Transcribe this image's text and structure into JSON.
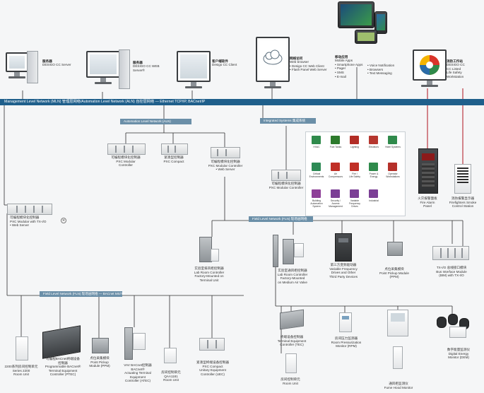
{
  "top_devices": [
    {
      "title": "服务器",
      "subtitle": "DESIGO CC Server"
    },
    {
      "title": "服务器",
      "subtitle": "DESIGO CC WEB\nServer®"
    },
    {
      "title": "客户端软件",
      "subtitle": "Desigo CC Client"
    },
    {
      "title": "网络访问",
      "subtitle": "Web browser\n• Desigo CC Web Client\n• Flash Panel Web Server"
    },
    {
      "title": "移动应用",
      "subtitle": "Mobile Apps\n• Smartphone Apps\n• Pager\n• SMS\n• E-mail",
      "extra": "• Voice Notification\n• Browsers\n• Text Messaging"
    },
    {
      "title": "消防工作站",
      "subtitle": "DESIGO CC\nCC Listed\nLife Safety\nWorkstation"
    }
  ],
  "bands": {
    "mln": "Management Level Network (MLN) 管理层网络/Automation Level Network (ALN) 自控层网络 — Ethernet TCP/IP, BACnet/IP",
    "aln": "Automation Level Network (ALN)",
    "integrated": "Integrated Systems 集成系统",
    "fln_right": "Field Level Network (FLN) 现场层网络",
    "fln_left": "Field Level Network (FLN) 现场层网络 — BACnet MS/TP"
  },
  "aln_devices": [
    {
      "label": "可编程模块化控制器\nPXC Modular\nController"
    },
    {
      "label": "紧凑型控制器\nPXC Compact"
    },
    {
      "label": "可编程模块化控制器\nPXC Modular Controller\n• Web Server"
    }
  ],
  "left_controller": {
    "label": "可编程模块化控制器\nPXC Modular with TX-I/O\n• Web Server"
  },
  "integrated_controller": {
    "label": "可编程模块化控制器\nPXC Modular Controller"
  },
  "integrated_tiles": [
    {
      "label": "HVAC",
      "color": "#2f8a4b"
    },
    {
      "label": "Fuel Tanks",
      "color": "#2c7a2c"
    },
    {
      "label": "Lighting",
      "color": "#b22d26"
    },
    {
      "label": "Elevators",
      "color": "#b6372f"
    },
    {
      "label": "Hotel Systems",
      "color": "#2f8a4b"
    },
    {
      "label": "Critical\nEnvironments",
      "color": "#2d8a55"
    },
    {
      "label": "Air\nCompressors",
      "color": "#c02f26"
    },
    {
      "label": "Fire /\nLife Safety",
      "color": "#c02f26"
    },
    {
      "label": "Power &\nEnergy",
      "color": "#2f8a4b"
    },
    {
      "label": "Operator\nWorkstations",
      "color": "#b5302a"
    },
    {
      "label": "Building\nAutomation\nSystem",
      "color": "#8e3f98"
    },
    {
      "label": "Security /\nAccess\nManagement",
      "color": "#7b3f95"
    },
    {
      "label": "Variable\nFrequency\nDrives",
      "color": "#7b3f95"
    },
    {
      "label": "Industrial",
      "color": "#7b3f95"
    }
  ],
  "fire_devices": [
    {
      "label": "火灾报警面板\nFire Alarm\nPanel"
    },
    {
      "label": "消防报警显示器\nFirefighters Smoke\nControl Station"
    }
  ],
  "fln_right_devices": [
    {
      "label": "实验室排风柜控制器\nLab Room Controller\nFactory-Mounted on\nTerminal Unit"
    },
    {
      "label": "实验室通风柜控制器\nLab Room Controller\nFactory-Mounted\non Medium Air Valve"
    },
    {
      "label": "第三方变频驱动器\nVariable Frequency\nDrives and Other\nThird Party Devices"
    },
    {
      "label": "点位采集模块\nPoint Pickup Module\n(PPM)"
    },
    {
      "label": "TX-I/O 总线接口模块\nBus Interface Module\n(BIM) with TX-I/O"
    }
  ],
  "fln_left_devices": [
    {
      "label": "2200系列房间控制单元\nSeries 2200\nRoom Unit"
    },
    {
      "label": "可编程BACnet终端设备\n控制器\nProgrammable BACnet®\nTerminal Equipment\nController (PTEC)"
    },
    {
      "label": "点位采集模块\nPoint Pickup\nModule (PPM)"
    },
    {
      "label": "VAV BACnet控制器\nBACnet®\nActuating Terminal\nEquipment\nController (ATEC)"
    },
    {
      "label": "房间控制单元\nQAA1181\nRoom Unit"
    },
    {
      "label": "紧凑型终端设备控制器\nPXC Compact\nUnitary Equipment\nController (UEC)"
    }
  ],
  "bottom_right_devices": [
    {
      "label": "终端设备控制器\nTerminal Equipment\nController (TEC)"
    },
    {
      "label": "房间压力监测器\nRoom Pressurization\nMonitor (RPM)"
    },
    {
      "label": "通风柜监测仪\nFume Hood Monitor"
    },
    {
      "label": "数字能量监测仪\nDigital Energy\nMonitor (DEM)"
    },
    {
      "label": "房间控制单元\nRoom Unit"
    }
  ]
}
